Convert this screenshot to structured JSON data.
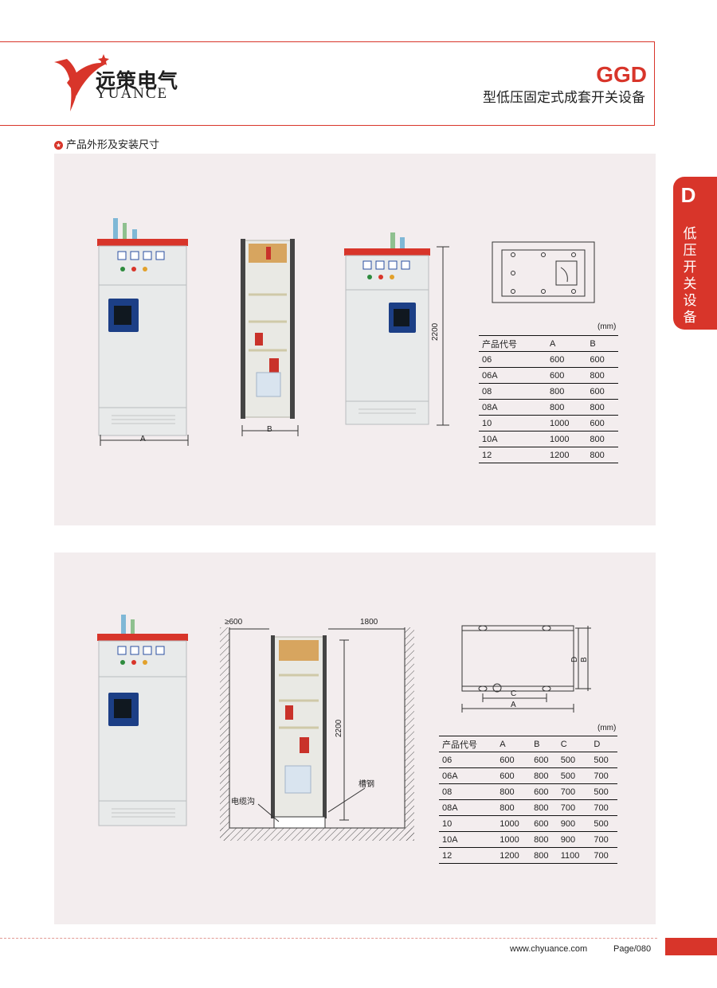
{
  "brand": {
    "name_cn": "远策电气",
    "name_en": "YUANCE"
  },
  "product": {
    "code": "GGD",
    "name": "型低压固定式成套开关设备"
  },
  "section_title": "产品外形及安装尺寸",
  "side_tab": {
    "letter": "D",
    "text": "低压开关设备"
  },
  "figure_1": {
    "dim_a": "A",
    "dim_b": "B",
    "height": "2200",
    "unit": "(mm)",
    "headers": [
      "产品代号",
      "A",
      "B"
    ],
    "rows": [
      [
        "06",
        "600",
        "600"
      ],
      [
        "06A",
        "600",
        "800"
      ],
      [
        "08",
        "800",
        "600"
      ],
      [
        "08A",
        "800",
        "800"
      ],
      [
        "10",
        "1000",
        "600"
      ],
      [
        "10A",
        "1000",
        "800"
      ],
      [
        "12",
        "1200",
        "800"
      ]
    ]
  },
  "figure_2": {
    "wall_gap": "≥600",
    "rear_gap": "1800",
    "height": "2200",
    "label_channel_steel": "槽钢",
    "label_cable_trench": "电缆沟",
    "dim_a": "A",
    "dim_b": "B",
    "dim_c": "C",
    "dim_d": "D",
    "unit": "(mm)",
    "headers": [
      "产品代号",
      "A",
      "B",
      "C",
      "D"
    ],
    "rows": [
      [
        "06",
        "600",
        "600",
        "500",
        "500"
      ],
      [
        "06A",
        "600",
        "800",
        "500",
        "700"
      ],
      [
        "08",
        "800",
        "600",
        "700",
        "500"
      ],
      [
        "08A",
        "800",
        "800",
        "700",
        "700"
      ],
      [
        "10",
        "1000",
        "600",
        "900",
        "500"
      ],
      [
        "10A",
        "1000",
        "800",
        "900",
        "700"
      ],
      [
        "12",
        "1200",
        "800",
        "1100",
        "700"
      ]
    ]
  },
  "footer": {
    "url": "www.chyuance.com",
    "page": "Page/080"
  },
  "colors": {
    "brand_red": "#d8352a",
    "panel_bg": "#f3edee"
  }
}
